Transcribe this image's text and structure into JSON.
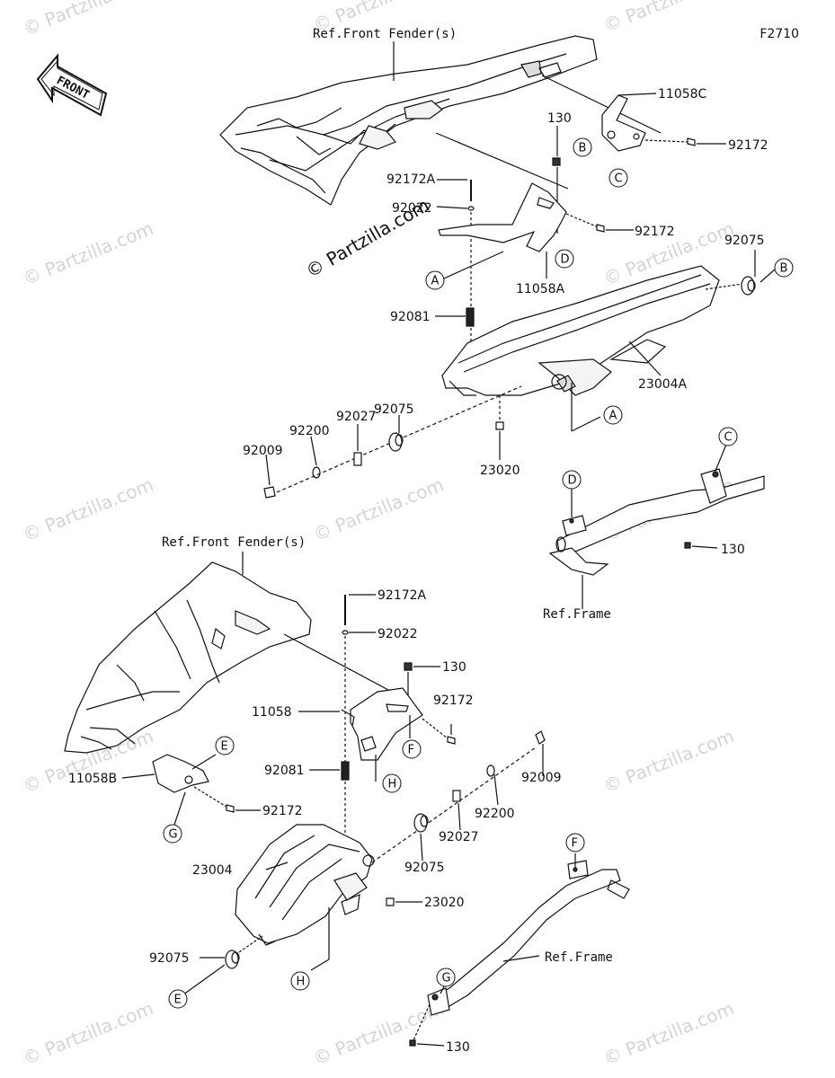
{
  "diagram_code": "F2710",
  "copyright": "© Partzilla.com",
  "watermark": "© Partzilla.com",
  "front_arrow_label": "FRONT",
  "refs": {
    "front_fender_top": "Ref.Front Fender(s)",
    "front_fender_bottom": "Ref.Front Fender(s)",
    "frame_top": "Ref.Frame",
    "frame_bottom": "Ref.Frame"
  },
  "parts_top": {
    "p11058C": "11058C",
    "p92172_a": "92172",
    "p130_a": "130",
    "p92172A_a": "92172A",
    "p92022_a": "92022",
    "p92172_b": "92172",
    "p11058A": "11058A",
    "p92075_b": "92075",
    "p92081_a": "92081",
    "p23004A": "23004A",
    "p92075_a": "92075",
    "p92027_a": "92027",
    "p92200_a": "92200",
    "p92009_a": "92009",
    "p23020_a": "23020",
    "p130_b": "130"
  },
  "parts_bottom": {
    "p92172A_b": "92172A",
    "p92022_b": "92022",
    "p130_c": "130",
    "p92172_c": "92172",
    "p11058": "11058",
    "p92081_b": "92081",
    "p11058B": "11058B",
    "p92172_d": "92172",
    "p92009_b": "92009",
    "p92200_b": "92200",
    "p92027_b": "92027",
    "p92075_c": "92075",
    "p23004": "23004",
    "p23020_b": "23020",
    "p92075_d": "92075",
    "p130_d": "130"
  },
  "callouts": {
    "A1": "A",
    "A2": "A",
    "B1": "B",
    "B2": "B",
    "C1": "C",
    "C2": "C",
    "D1": "D",
    "D2": "D",
    "E1": "E",
    "E2": "E",
    "F1": "F",
    "F2": "F",
    "G1": "G",
    "G2": "G",
    "H1": "H",
    "H2": "H"
  }
}
